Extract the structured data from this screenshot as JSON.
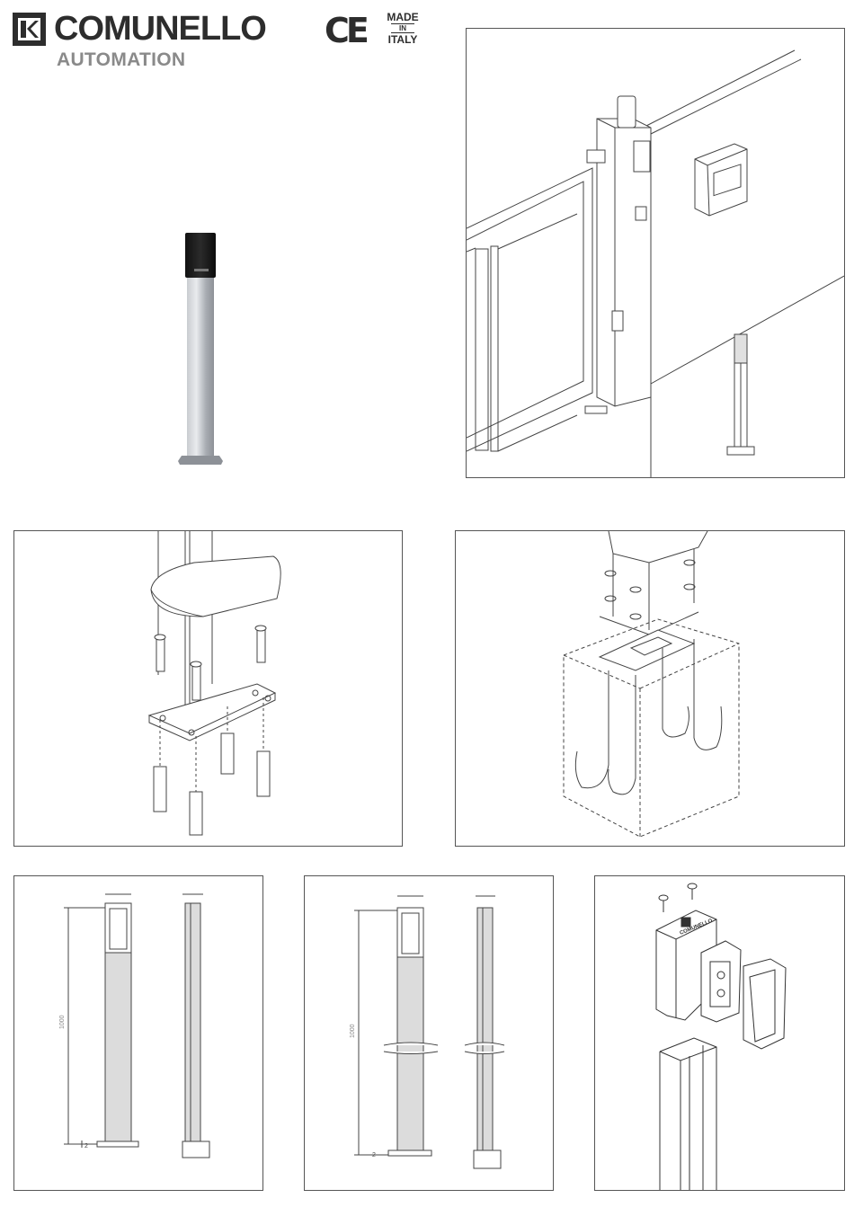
{
  "header": {
    "brand_name": "COMUNELLO",
    "brand_sub": "AUTOMATION",
    "ce_mark": "CE",
    "made_in": {
      "line1": "MADE",
      "line2": "IN",
      "line3": "ITALY"
    }
  },
  "product": {
    "cap_badge": "COMUNELLO"
  },
  "dimension_drawings": {
    "fixed_height_label": "1000",
    "cut_height_label": "1000",
    "base_offset_label": "2"
  },
  "exploded_cap": {
    "cap_logo_text": "COMUNELLO"
  },
  "colors": {
    "brand_dark": "#2d2d2d",
    "brand_grey": "#8a8a8a",
    "line": "#444444",
    "column_fill": "#dcdcdc"
  }
}
